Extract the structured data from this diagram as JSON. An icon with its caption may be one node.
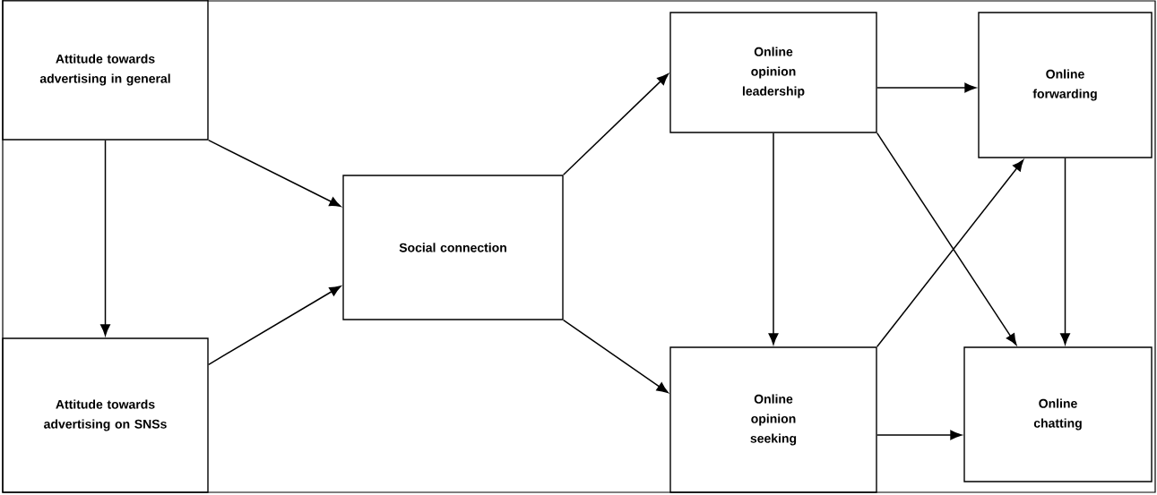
{
  "diagram": {
    "nodes": [
      {
        "text": [
          "Attitude towards advertising in general"
        ]
      },
      {
        "text": [
          "Attitude towards advertising on SNSs"
        ]
      },
      {
        "text": [
          "Social connection"
        ]
      },
      {
        "text": [
          "Online opinion leadership"
        ]
      },
      {
        "text": [
          "Online forwarding"
        ]
      },
      {
        "text": [
          "Online opinion seeking"
        ]
      },
      {
        "text": [
          "Online chatting"
        ]
      }
    ],
    "edges": [
      {
        "from": 0,
        "to": 1,
        "arrow": "to"
      },
      {
        "from": 0,
        "to": 2,
        "arrow": "to"
      },
      {
        "from": 1,
        "to": 2,
        "arrow": "to"
      },
      {
        "from": 2,
        "to": 3,
        "arrow": "to"
      },
      {
        "from": 2,
        "to": 5,
        "arrow": "to"
      },
      {
        "from": 3,
        "to": 4,
        "arrow": "to"
      },
      {
        "from": 3,
        "to": 5,
        "arrow": "to"
      },
      {
        "from": 3,
        "to": 6,
        "arrow": "to"
      },
      {
        "from": 5,
        "to": 4,
        "arrow": "to"
      },
      {
        "from": 4,
        "to": 6,
        "arrow": "to"
      },
      {
        "from": 5,
        "to": 6,
        "arrow": "to"
      }
    ]
  }
}
